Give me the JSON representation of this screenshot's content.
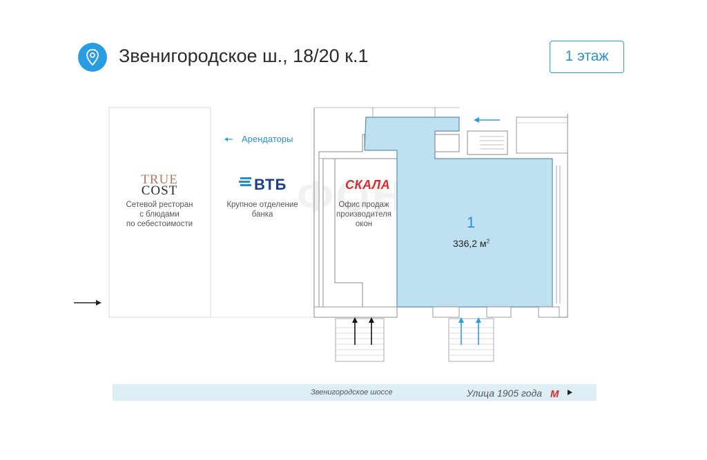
{
  "header": {
    "address": "Звенигородское ш., 18/20 к.1",
    "floor_button_label": "1 этаж",
    "location_icon": "map-pin-icon"
  },
  "plan": {
    "tenants_label": "Арендаторы",
    "tenants": [
      {
        "brand_line1": "TRUE",
        "brand_line2": "COST",
        "description": [
          "Сетевой ресторан",
          "с блюдами",
          "по себестоимости"
        ]
      },
      {
        "brand": "ВТБ",
        "description": [
          "Крупное отделение",
          "банка"
        ]
      },
      {
        "brand": "СКАЛА",
        "description": [
          "Офис продаж",
          "производителя",
          "окон"
        ]
      }
    ],
    "unit": {
      "number": "1",
      "area": "336,2 м",
      "area_sup": "2"
    },
    "highlight_color": "#bfe0f1",
    "accent_color": "#2a9de0"
  },
  "street": {
    "name": "Звенигородское шоссе",
    "metro": "Улица 1905 года",
    "metro_icon": "М",
    "bar_color": "#deeef7"
  },
  "watermark": "ФОНД"
}
